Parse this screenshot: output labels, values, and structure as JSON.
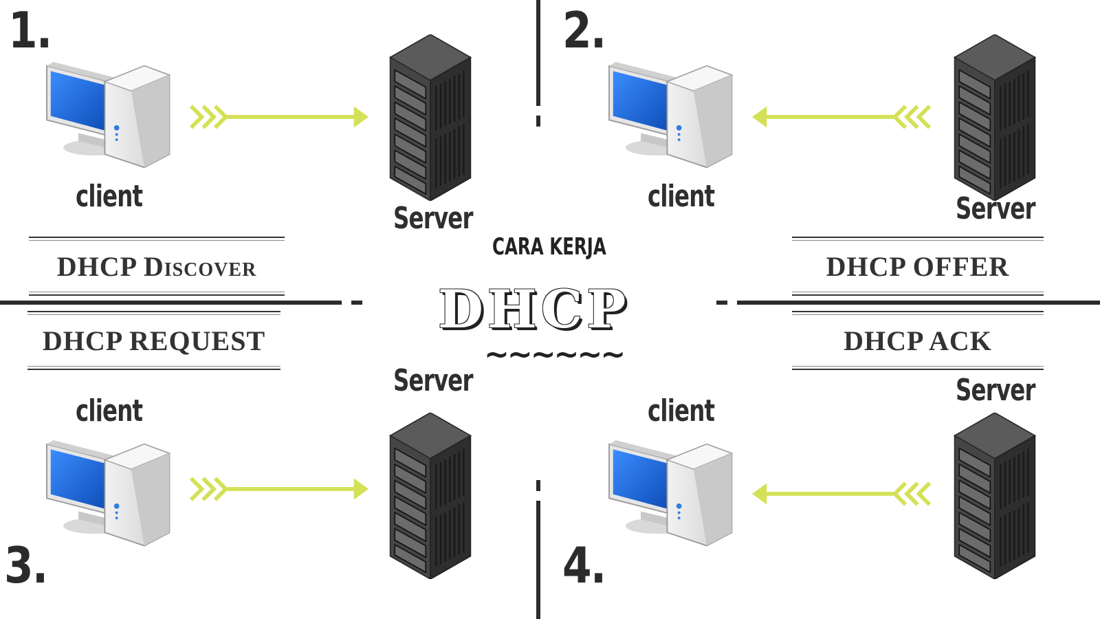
{
  "title": {
    "small": "CARA KERJA",
    "big": "DHCP",
    "decoration": "~~~~~~"
  },
  "colors": {
    "arrow": "#d4e157",
    "line": "#2b2b2b",
    "screen": "#1e6bd6"
  },
  "steps": [
    {
      "number": "1.",
      "stage": "DHCP Discover",
      "client_label": "client",
      "server_label": "Server",
      "direction": "client-to-server"
    },
    {
      "number": "2.",
      "stage": "DHCP OFFER",
      "client_label": "client",
      "server_label": "Server",
      "direction": "server-to-client"
    },
    {
      "number": "3.",
      "stage": "DHCP REQUEST",
      "client_label": "client",
      "server_label": "Server",
      "direction": "client-to-server"
    },
    {
      "number": "4.",
      "stage": "DHCP ACK",
      "client_label": "client",
      "server_label": "Server",
      "direction": "server-to-client"
    }
  ]
}
